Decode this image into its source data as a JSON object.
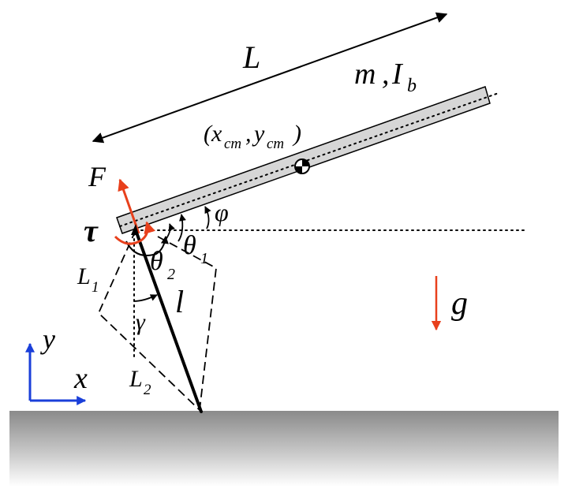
{
  "labels": {
    "length": "L",
    "mass": "m",
    "mass_sep": ",",
    "inertia": "I",
    "inertia_sub": "b",
    "cm_open": "(",
    "cm_x": "x",
    "cm_x_sub": "cm",
    "cm_sep": ",",
    "cm_y": "y",
    "cm_y_sub": "cm",
    "cm_close": ")",
    "force": "F",
    "torque": "τ",
    "phi": "φ",
    "theta1": "θ",
    "theta1_sub": "1",
    "theta2": "θ",
    "theta2_sub": "2",
    "leg_length": "l",
    "gamma": "γ",
    "L1": "L",
    "L1_sub": "1",
    "L2": "L",
    "L2_sub": "2",
    "gravity": "g",
    "axis_x": "x",
    "axis_y": "y"
  },
  "colors": {
    "ink": "#000000",
    "force_red": "#e8401c",
    "axis_blue": "#1a3fd9",
    "body_fill": "#d6d6d6",
    "ground_top": "#8a8a8a",
    "ground_bottom": "#ffffff"
  }
}
